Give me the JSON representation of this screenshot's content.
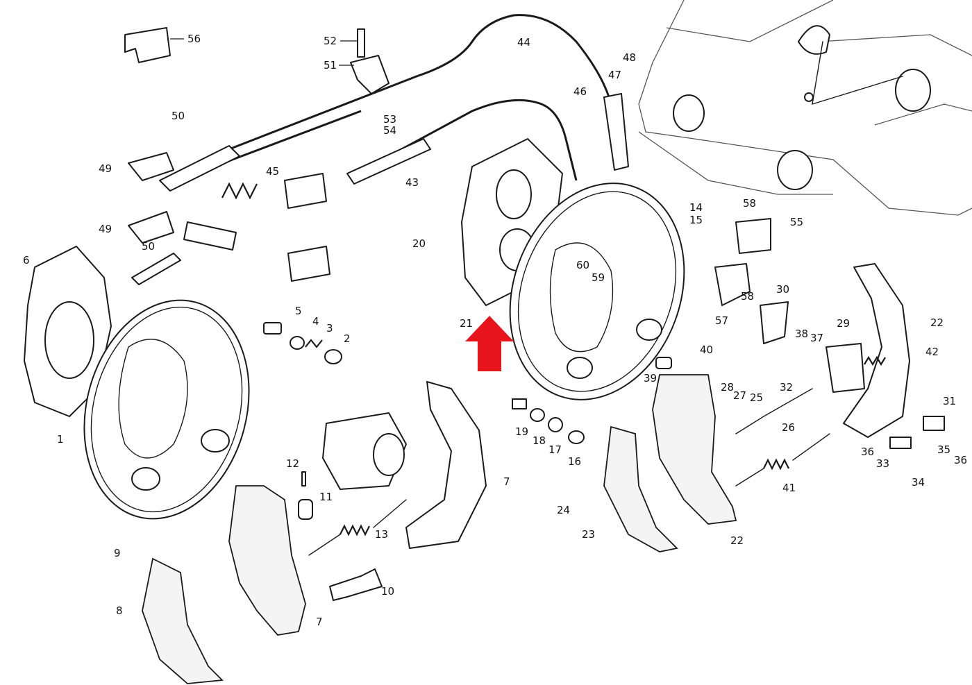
{
  "diagram": {
    "labels": [
      "56",
      "52",
      "51",
      "44",
      "48",
      "47",
      "46",
      "50",
      "53",
      "54",
      "49",
      "45",
      "43",
      "58",
      "14",
      "15",
      "55",
      "20",
      "60",
      "59",
      "6",
      "49",
      "50",
      "5",
      "4",
      "3",
      "2",
      "21",
      "30",
      "57",
      "58",
      "40",
      "38",
      "37",
      "29",
      "22",
      "42",
      "1",
      "39",
      "19",
      "18",
      "17",
      "16",
      "28",
      "27",
      "25",
      "32",
      "31",
      "24",
      "23",
      "26",
      "12",
      "11",
      "7",
      "13",
      "36",
      "33",
      "35",
      "36",
      "34",
      "41",
      "22",
      "9",
      "8",
      "10",
      "7"
    ],
    "colors": {
      "line": "#1a1a1a",
      "highlight_arrow": "#e8141c",
      "background": "#ffffff"
    }
  }
}
